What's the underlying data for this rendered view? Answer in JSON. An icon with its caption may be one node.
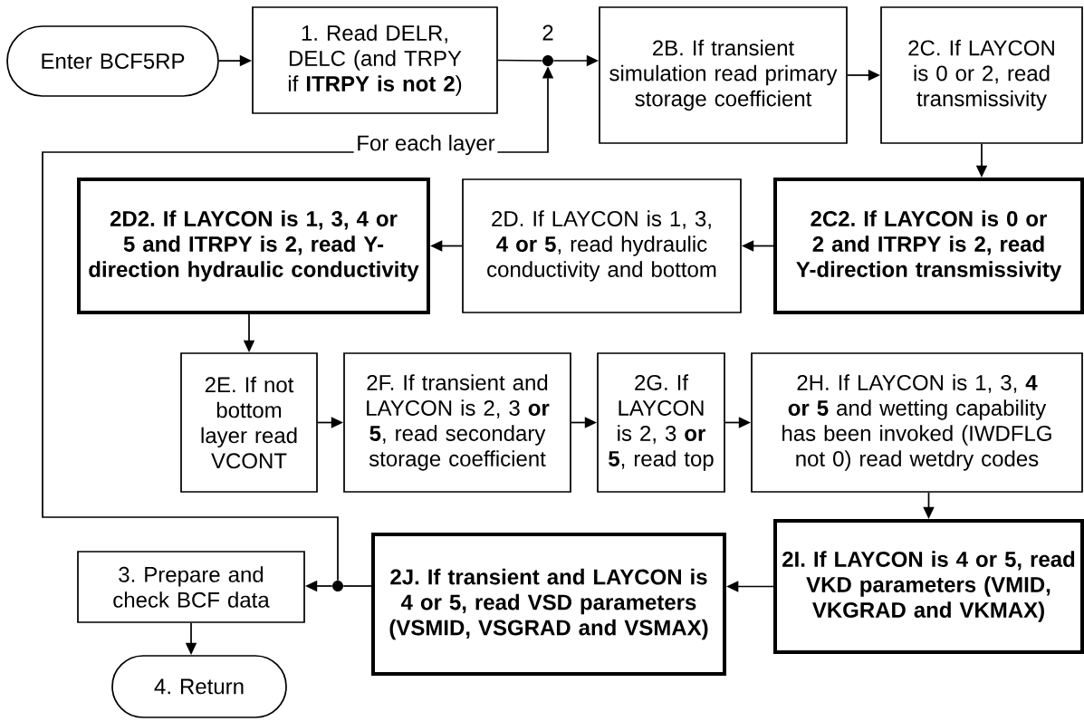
{
  "diagram": {
    "nodes": [
      {
        "text": [
          "Enter BCF5RP"
        ]
      },
      {
        "text": [
          "1. Read DELR, DELC (and TRPY if **ITRPY is not 2**)"
        ]
      },
      {
        "text": [],
        "shape": "circle",
        "beside": [
          "2"
        ]
      },
      {
        "text": [
          "2B. If transient simulation read primary storage coefficient"
        ]
      },
      {
        "text": [
          "2C. If LAYCON is 0 or 2, read transmissivity"
        ]
      },
      {
        "text": [
          "2C2. If LAYCON is 0 or 2 and ITRPY is 2, read Y-direction transmissivity"
        ]
      },
      {
        "text": [
          "2D. If LAYCON is 1, 3, **4 or 5**, read hydraulic conductivity and bottom"
        ]
      },
      {
        "text": [
          "2D2. If LAYCON is 1, 3, 4 or 5 and ITRPY is 2, read Y-direction hydraulic conductivity"
        ]
      },
      {
        "text": [
          "2E. If not bottom layer read VCONT"
        ]
      },
      {
        "text": [
          "2F. If transient and LAYCON is 2, 3 **or 5**, read secondary storage coefficient"
        ]
      },
      {
        "text": [
          "2G. If LAYCON is 2, 3 **or 5**, read top"
        ]
      },
      {
        "text": [
          "2H. If LAYCON is 1, 3, **4 or 5** and wetting capability has been invoked (IWDFLG not 0) read wetdry codes"
        ]
      },
      {
        "text": [
          "2I. If LAYCON is 4 or 5, read VKD parameters (VMID, VKGRAD and VKMAX)"
        ]
      },
      {
        "text": [
          "2J. If transient and LAYCON is 4 or 5, read VSD parameters (VSMID, VSGRAD and VSMAX)"
        ]
      },
      {
        "text": [],
        "shape": "circle"
      },
      {
        "text": [
          "3. Prepare and check BCF data"
        ]
      },
      {
        "text": [
          "4. Return"
        ]
      }
    ],
    "edges": [
      {
        "from": 0,
        "to": 1,
        "arrow": "to"
      },
      {
        "from": 1,
        "to": 2,
        "arrow": "none"
      },
      {
        "from": 2,
        "to": 3,
        "arrow": "to"
      },
      {
        "from": 3,
        "to": 4,
        "arrow": "to"
      },
      {
        "from": 4,
        "to": 5,
        "arrow": "to"
      },
      {
        "from": 5,
        "to": 6,
        "arrow": "to"
      },
      {
        "from": 6,
        "to": 7,
        "arrow": "to"
      },
      {
        "from": 7,
        "to": 8,
        "arrow": "to"
      },
      {
        "from": 8,
        "to": 9,
        "arrow": "to"
      },
      {
        "from": 9,
        "to": 10,
        "arrow": "to"
      },
      {
        "from": 10,
        "to": 11,
        "arrow": "to"
      },
      {
        "from": 11,
        "to": 12,
        "arrow": "to"
      },
      {
        "from": 12,
        "to": 13,
        "arrow": "to"
      },
      {
        "from": 13,
        "to": 14,
        "arrow": "none"
      },
      {
        "from": 14,
        "to": 15,
        "arrow": "to"
      },
      {
        "from": 15,
        "to": 16,
        "arrow": "to"
      },
      {
        "from": 14,
        "to": 2,
        "arrow": "to",
        "label": "For each layer"
      }
    ]
  }
}
